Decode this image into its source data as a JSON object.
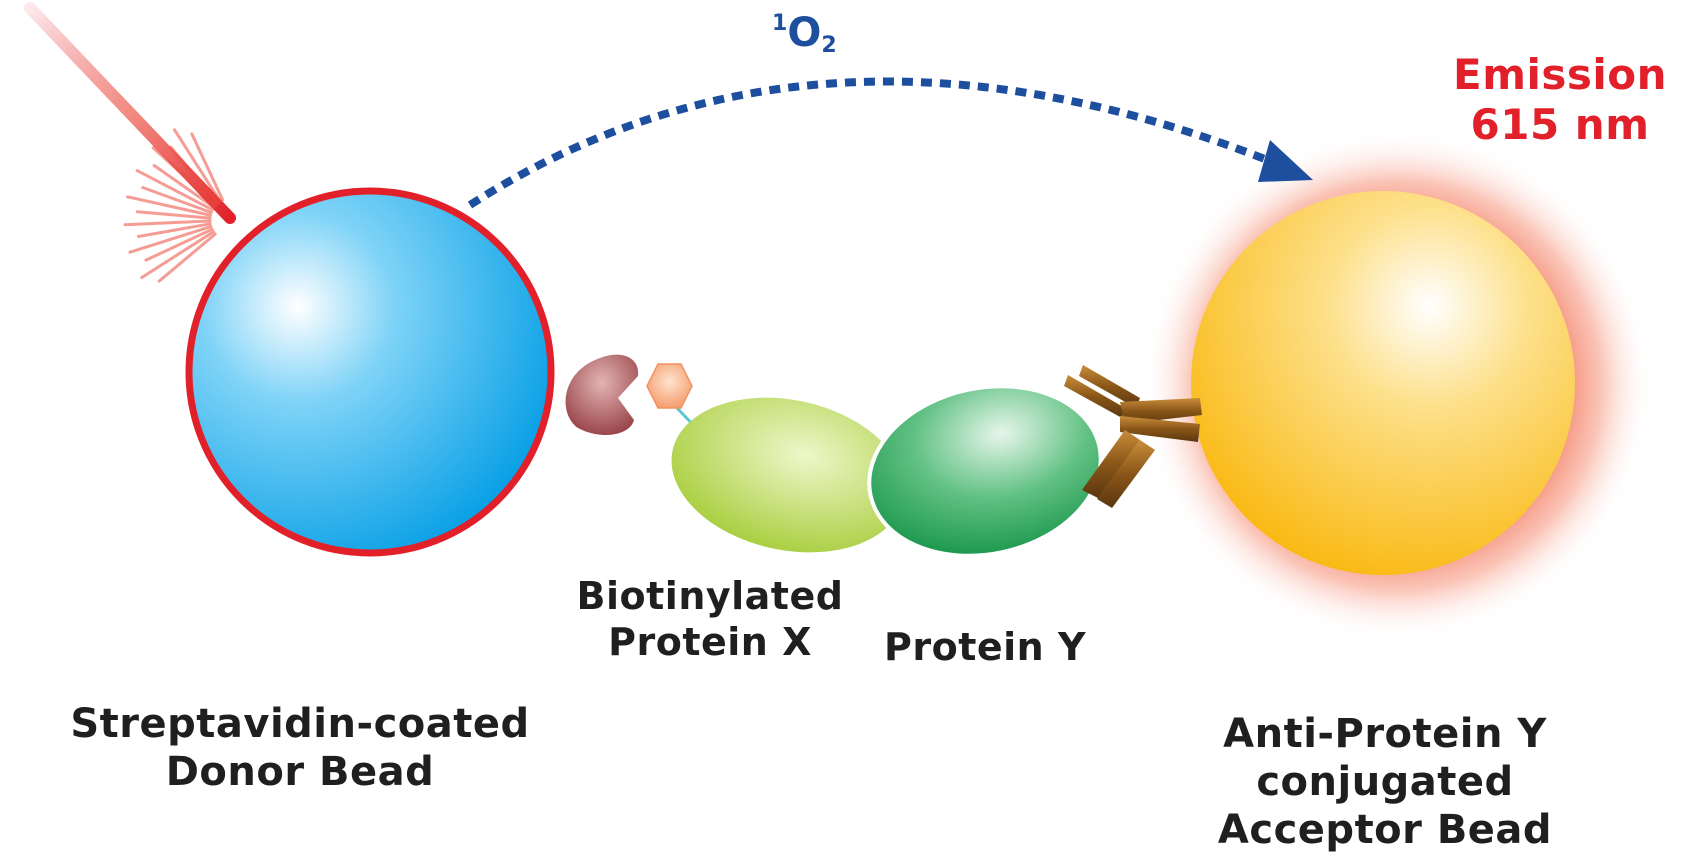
{
  "singlet_oxygen": {
    "sup": "1",
    "base": "O",
    "sub": "2"
  },
  "emission": {
    "line1": "Emission",
    "line2": "615 nm"
  },
  "labels": {
    "biotinylated_protein_x": {
      "line1": "Biotinylated",
      "line2": "Protein X"
    },
    "protein_y": "Protein Y",
    "donor_bead": {
      "line1": "Streptavidin-coated",
      "line2": "Donor Bead"
    },
    "acceptor_bead": {
      "line1": "Anti-Protein Y conjugated",
      "line2": "Acceptor Bead"
    }
  },
  "colors": {
    "donor_fill": "#13a6e8",
    "donor_outline": "#e1202a",
    "acceptor_fill": "#fbbf17",
    "acceptor_glow": "#f05a3c",
    "laser": "#e1202a",
    "oxygen_arrow": "#1e4f9f",
    "protein_x": "#b4d24a",
    "protein_y": "#2ea85c",
    "streptavidin": "#a14d4f",
    "biotin": "#f6a47c",
    "antibody": "#8a5618",
    "emission_text": "#e1202a"
  }
}
